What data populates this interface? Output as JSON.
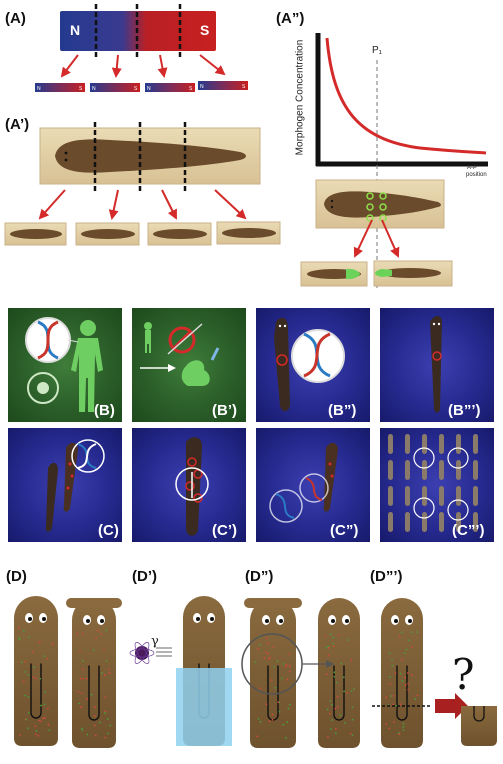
{
  "panels": {
    "A": "(A)",
    "A1": "(A’)",
    "A2": "(A”)",
    "B": "(B)",
    "B1": "(B’)",
    "B2": "(B”)",
    "B3": "(B”’)",
    "C": "(C)",
    "C1": "(C’)",
    "C2": "(C”)",
    "C3": "(C”’)",
    "D": "(D)",
    "D1": "(D’)",
    "D2": "(D”)",
    "D3": "(D”’)"
  },
  "magnet": {
    "north": "N",
    "south": "S"
  },
  "graph": {
    "ylabel": "Morphogen Concentration",
    "xlabel_line1": "A-P",
    "xlabel_line2": "position",
    "marker": "P₁"
  },
  "radiation_symbol": "γ",
  "question_mark": "?",
  "colors": {
    "magnet_north": "#2b3a8f",
    "magnet_south": "#c82020",
    "arrow": "#d42a2a",
    "curve": "#d42a2a",
    "worm": "#7a5a35",
    "water": "#8fd0ee"
  }
}
